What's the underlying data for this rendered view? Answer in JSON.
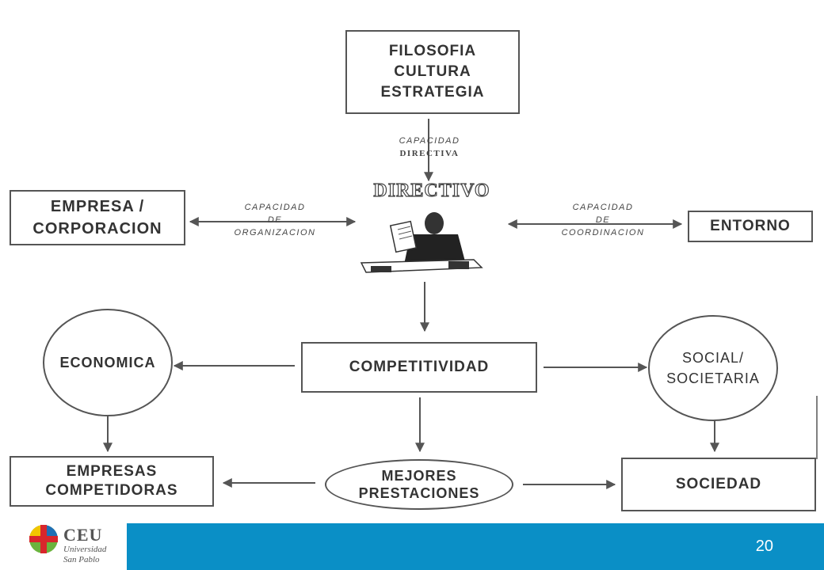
{
  "nodes": {
    "filosofia": [
      "FILOSOFIA",
      "CULTURA",
      "ESTRATEGIA"
    ],
    "directivo": "DIRECTIVO",
    "empresa": [
      "EMPRESA /",
      "CORPORACION"
    ],
    "entorno": "ENTORNO",
    "competitividad": "COMPETITIVIDAD",
    "economica": "ECONOMICA",
    "social": [
      "SOCIAL/",
      "SOCIETARIA"
    ],
    "empresas_competidoras": [
      "EMPRESAS",
      "COMPETIDORAS"
    ],
    "mejores_prestaciones": [
      "MEJORES",
      "PRESTACIONES"
    ],
    "sociedad": "SOCIEDAD"
  },
  "edge_labels": {
    "capacidad_directiva": [
      "CAPACIDAD",
      "DIRECTIVA"
    ],
    "capacidad_organizacion": [
      "CAPACIDAD",
      "DE",
      "ORGANIZACION"
    ],
    "capacidad_coordinacion": [
      "CAPACIDAD",
      "DE",
      "COORDINACION"
    ]
  },
  "footer": {
    "page_number": "20",
    "logo": {
      "name": "CEU",
      "line1": "Universidad",
      "line2": "San Pablo"
    }
  },
  "colors": {
    "footer_bar": "#0a8fc6",
    "logo_blue": "#1f6fb5",
    "logo_red": "#d8262c",
    "logo_yellow": "#f2c500",
    "logo_green": "#6bb33d"
  }
}
